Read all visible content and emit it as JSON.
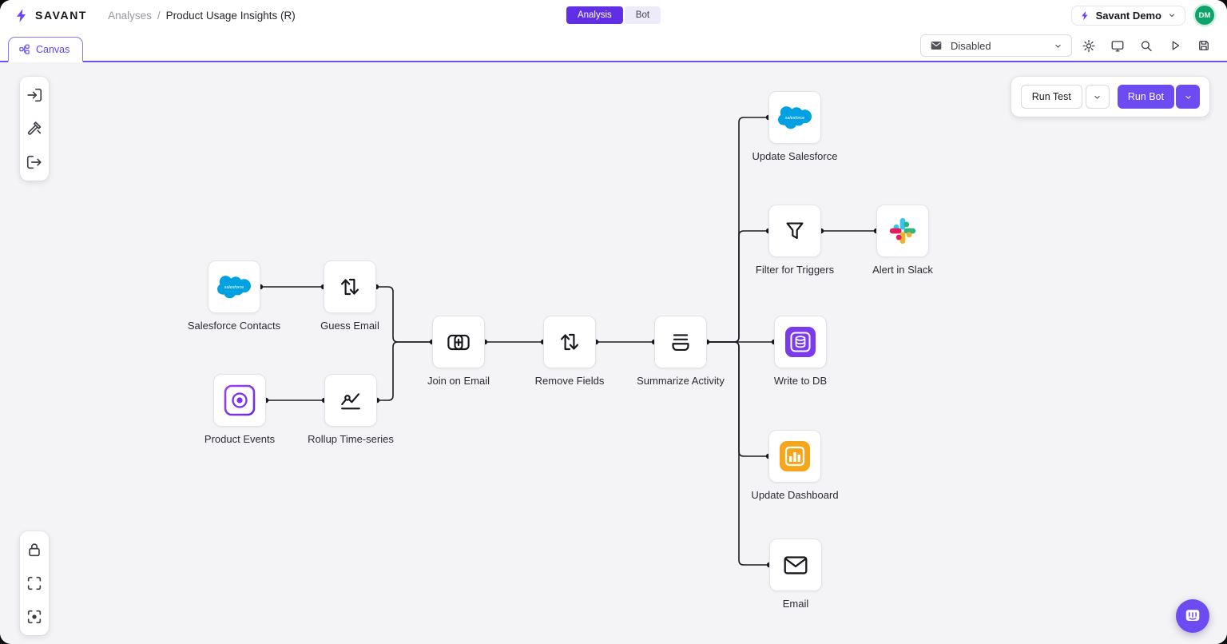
{
  "colors": {
    "accent": "#5F45EE",
    "primary_button": "#6C4BF0",
    "analysis_pill": "#5F2EE5",
    "canvas_bg": "#F4F4F6",
    "edge": "#1C1C22",
    "salesforce_blue": "#00A1E0",
    "slack_colors": [
      "#36C5F0",
      "#2EB67D",
      "#ECB22E",
      "#E01E5A"
    ],
    "db_purple": "#7C3AED",
    "dashboard_amber": "#F5A61D",
    "avatar_green": "#0FA36B"
  },
  "header": {
    "brand": "SAVANT",
    "breadcrumb": {
      "section": "Analyses",
      "separator": "/",
      "title": "Product Usage Insights (R)"
    },
    "mode_toggle": [
      {
        "label": "Analysis",
        "active": true
      },
      {
        "label": "Bot",
        "active": false
      }
    ],
    "account": {
      "name": "Savant Demo",
      "avatar_initials": "DM"
    }
  },
  "toolbar": {
    "tab_label": "Canvas",
    "status_dropdown_value": "Disabled",
    "icons": [
      "mail-status-icon",
      "caret-down-icon",
      "settings-gear-icon",
      "monitor-icon",
      "inspect-icon",
      "play-icon",
      "save-icon"
    ]
  },
  "canvas_toolbar": {
    "icons": [
      "input-icon",
      "tools-icon",
      "output-icon"
    ]
  },
  "view_toolbar": {
    "icons": [
      "lock-icon",
      "fullscreen-icon",
      "focus-icon"
    ]
  },
  "run_controls": {
    "run_test_label": "Run Test",
    "run_bot_label": "Run Bot"
  },
  "nodes": [
    {
      "id": "salesforce-contacts",
      "label": "Salesforce Contacts",
      "icon": "salesforce-icon"
    },
    {
      "id": "guess-email",
      "label": "Guess Email",
      "icon": "transform-arrows-icon"
    },
    {
      "id": "product-events",
      "label": "Product Events",
      "icon": "product-events-icon"
    },
    {
      "id": "rollup-time-series",
      "label": "Rollup Time-series",
      "icon": "time-series-chart-icon"
    },
    {
      "id": "join-on-email",
      "label": "Join on Email",
      "icon": "join-icon"
    },
    {
      "id": "remove-fields",
      "label": "Remove Fields",
      "icon": "transform-arrows-icon"
    },
    {
      "id": "summarize-activity",
      "label": "Summarize Activity",
      "icon": "summarize-icon"
    },
    {
      "id": "update-salesforce",
      "label": "Update Salesforce",
      "icon": "salesforce-icon"
    },
    {
      "id": "filter-for-triggers",
      "label": "Filter for Triggers",
      "icon": "funnel-icon"
    },
    {
      "id": "alert-in-slack",
      "label": "Alert in Slack",
      "icon": "slack-icon"
    },
    {
      "id": "write-to-db",
      "label": "Write to DB",
      "icon": "database-icon"
    },
    {
      "id": "update-dashboard",
      "label": "Update Dashboard",
      "icon": "dashboard-icon"
    },
    {
      "id": "email",
      "label": "Email",
      "icon": "envelope-icon"
    }
  ],
  "edges": [
    {
      "from": "salesforce-contacts",
      "to": "guess-email"
    },
    {
      "from": "guess-email",
      "to": "join-on-email"
    },
    {
      "from": "product-events",
      "to": "rollup-time-series"
    },
    {
      "from": "rollup-time-series",
      "to": "join-on-email"
    },
    {
      "from": "join-on-email",
      "to": "remove-fields"
    },
    {
      "from": "remove-fields",
      "to": "summarize-activity"
    },
    {
      "from": "summarize-activity",
      "to": "update-salesforce"
    },
    {
      "from": "summarize-activity",
      "to": "filter-for-triggers"
    },
    {
      "from": "summarize-activity",
      "to": "write-to-db"
    },
    {
      "from": "summarize-activity",
      "to": "update-dashboard"
    },
    {
      "from": "summarize-activity",
      "to": "email"
    },
    {
      "from": "filter-for-triggers",
      "to": "alert-in-slack"
    }
  ]
}
